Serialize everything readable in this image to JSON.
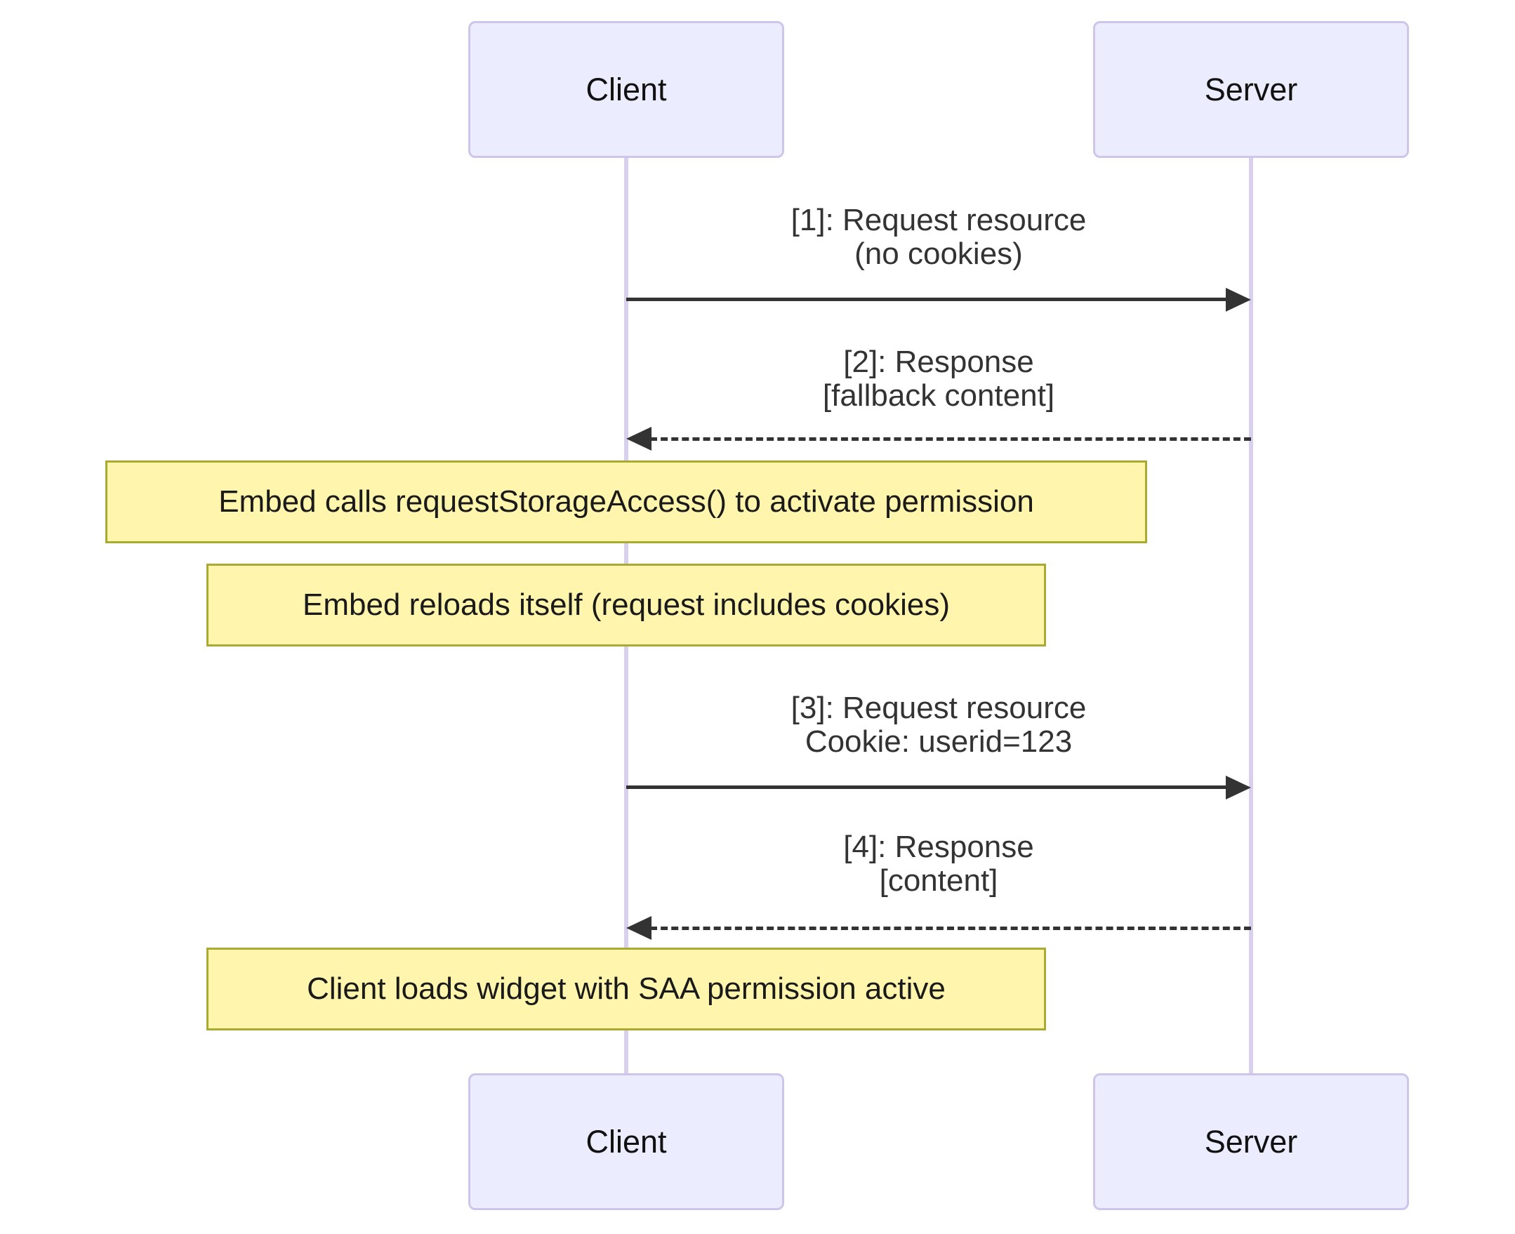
{
  "actors": {
    "client": {
      "label": "Client"
    },
    "server": {
      "label": "Server"
    }
  },
  "messages": [
    {
      "line1": "[1]: Request resource",
      "line2": "(no cookies)",
      "type": "solid",
      "direction": "client-to-server"
    },
    {
      "line1": "[2]: Response",
      "line2": "[fallback content]",
      "type": "dashed",
      "direction": "server-to-client"
    },
    {
      "line1": "[3]: Request resource",
      "line2": "Cookie: userid=123",
      "type": "solid",
      "direction": "client-to-server"
    },
    {
      "line1": "[4]: Response",
      "line2": "[content]",
      "type": "dashed",
      "direction": "server-to-client"
    }
  ],
  "notes": [
    {
      "text": "Embed calls requestStorageAccess() to activate permission"
    },
    {
      "text": "Embed reloads itself (request includes cookies)"
    },
    {
      "text": "Client loads widget with SAA permission active"
    }
  ],
  "colors": {
    "actor_fill": "#ECECFF",
    "actor_border": "#CFC4E9",
    "lifeline": "#D9D0EE",
    "note_fill": "#FFF5AD",
    "note_border": "#AAAA33",
    "signal": "#333333",
    "message_text": "#333333",
    "note_text": "#1A1A1A",
    "actor_text": "#111111",
    "background": "#FFFFFF"
  }
}
